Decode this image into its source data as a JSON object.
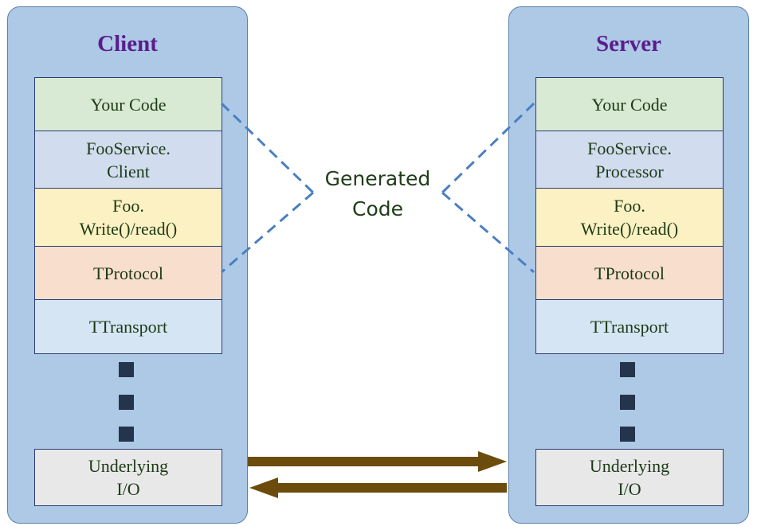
{
  "client": {
    "title": "Client",
    "layers": {
      "your_code": "Your Code",
      "service": "FooService.\nClient",
      "foo": "Foo.\nWrite()/read()",
      "protocol": "TProtocol",
      "transport": "TTransport"
    },
    "io": "Underlying\nI/O"
  },
  "server": {
    "title": "Server",
    "layers": {
      "your_code": "Your Code",
      "service": "FooService.\nProcessor",
      "foo": "Foo.\nWrite()/read()",
      "protocol": "TProtocol",
      "transport": "TTransport"
    },
    "io": "Underlying\nI/O"
  },
  "generated_code_label": "Generated\nCode",
  "colors": {
    "panel_fill": "#adc9e6",
    "panel_border": "#5b80ad",
    "title": "#5a1d8c",
    "your_code": "#d9ead4",
    "service": "#d1dcee",
    "foo": "#fcf1c2",
    "protocol": "#f8dfcd",
    "transport": "#d6e5f4",
    "io": "#e8e8e8",
    "dashed_line": "#4a7fc1",
    "arrow": "#6b4c0c"
  }
}
